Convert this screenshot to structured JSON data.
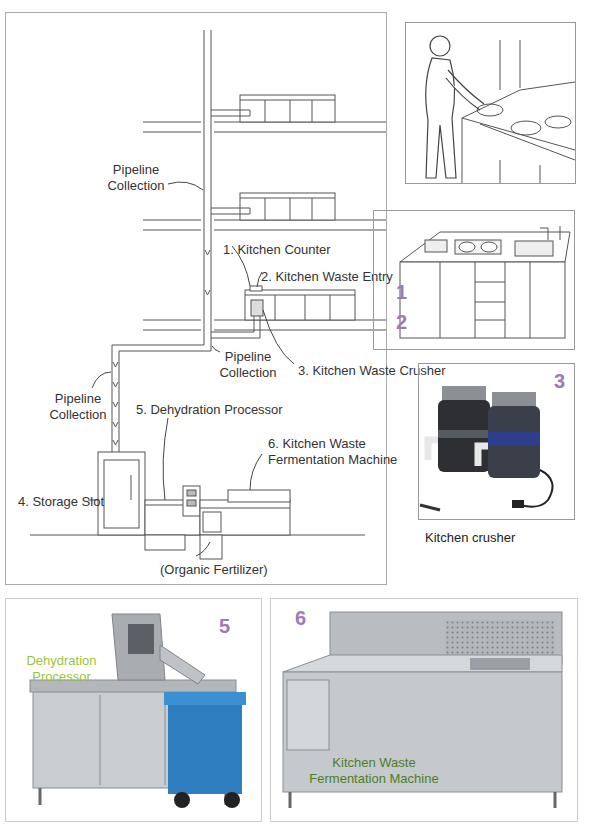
{
  "diagram": {
    "nodes": [
      {
        "text": [
          "Pipeline Collection",
          "1. Kitchen Counter",
          "2. Kitchen Waste Entry",
          "Pipeline Collection",
          "3. Kitchen Waste Crusher",
          "Pipeline Collection",
          "5. Dehydration Processor",
          "6. Kitchen Waste Fermentation Machine",
          "4. Storage Slot",
          "(Organic Fertilizer)"
        ]
      },
      {
        "text": [
          "1",
          "2"
        ]
      },
      {
        "text": [
          "3",
          "Kitchen crusher"
        ]
      },
      {
        "text": [
          "5",
          "Dehydration Processor"
        ]
      },
      {
        "text": [
          "6",
          "Kitchen Waste Fermentation Machine"
        ]
      }
    ]
  }
}
